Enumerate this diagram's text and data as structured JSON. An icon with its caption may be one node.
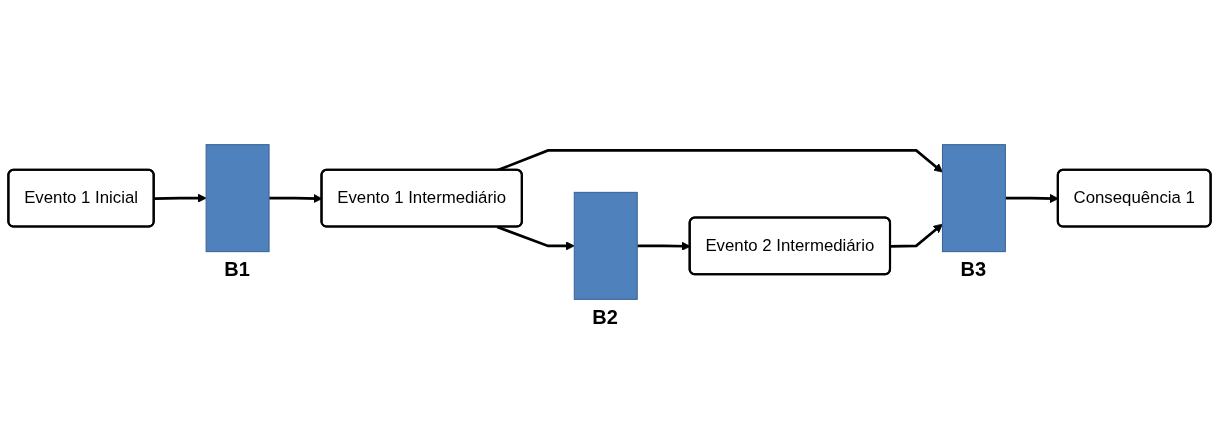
{
  "diagram": {
    "nodes": [
      {
        "text": [
          "Evento 1 Inicial"
        ]
      },
      {
        "text": [],
        "shape": "bar",
        "beside": [
          "B1"
        ]
      },
      {
        "text": [
          "Evento 1 Intermediário"
        ]
      },
      {
        "text": [],
        "shape": "bar",
        "beside": [
          "B2"
        ]
      },
      {
        "text": [
          "Evento 2 Intermediário"
        ]
      },
      {
        "text": [],
        "shape": "bar",
        "beside": [
          "B3"
        ]
      },
      {
        "text": [
          "Consequência 1"
        ]
      }
    ],
    "edges": [
      {
        "from": 0,
        "to": 1,
        "arrow": "to"
      },
      {
        "from": 1,
        "to": 2,
        "arrow": "to"
      },
      {
        "from": 2,
        "to": 5,
        "arrow": "to"
      },
      {
        "from": 2,
        "to": 3,
        "arrow": "to"
      },
      {
        "from": 3,
        "to": 4,
        "arrow": "to"
      },
      {
        "from": 4,
        "to": 5,
        "arrow": "to"
      },
      {
        "from": 5,
        "to": 6,
        "arrow": "to"
      }
    ]
  }
}
